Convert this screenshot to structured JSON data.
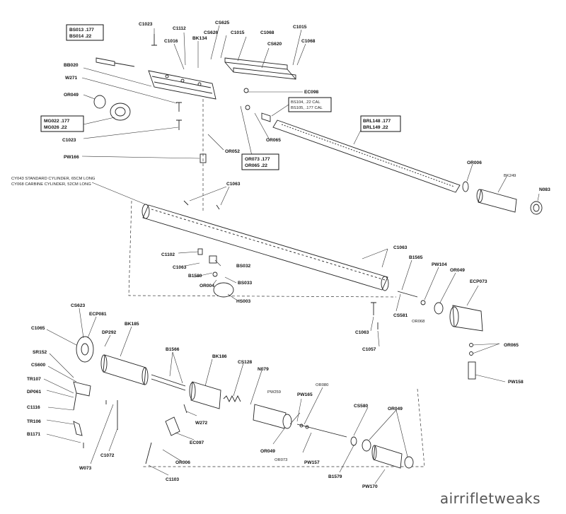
{
  "labels": {
    "c1023_top": "C1023",
    "c1112": "C1112",
    "cs625": "CS625",
    "cs626": "CS626",
    "c1015_a": "C1015",
    "c1068_a": "C1068",
    "c1015_b": "C1015",
    "c1016": "C1016",
    "bk134": "BK134",
    "cs620": "CS620",
    "c1068_b": "C1068",
    "bs013": "BS013 .177",
    "bs014": "BS014 .22",
    "bb020": "BB020",
    "w271": "W271",
    "ec098": "EC098",
    "or049_top": "OR049",
    "bs104": "BS104, .22 CAL",
    "bs105": "BS105, .177 CAL",
    "mg022": "MG022 .177",
    "mg026": "MG026 .22",
    "brl148": "BRL148 .177",
    "brl149": "BRL149 .22",
    "c1023_mid": "C1023",
    "or065_top": "OR065",
    "or052": "OR052",
    "pw166": "PW166",
    "or073": "OR073 .177",
    "or065_22": "OR065 .22",
    "or006_top": "OR006",
    "bk249": "BK249",
    "cy043": "CY043 STANDARD CYLINDER, 65CM LONG",
    "cy068": "CY068 CARBINE CYLINDER, 52CM LONG",
    "c1063_a": "C1063",
    "n083": "N083",
    "c1102": "C1102",
    "c1063_b": "C1063",
    "b1580": "B1580",
    "bs032": "BS032",
    "or004": "OR004",
    "bs033": "BS033",
    "hs003": "HS003",
    "c1063_c": "C1063",
    "b1565": "B1565",
    "pw104": "PW104",
    "or049_mid": "OR049",
    "ecp073": "ECP073",
    "cs581": "CS581",
    "or068": "OR068",
    "c1063_d": "C1063",
    "c1057": "C1057",
    "or065_right": "OR065",
    "pw158": "PW158",
    "cs623": "CS623",
    "ecp081": "ECP081",
    "c1065": "C1065",
    "dp292": "DP292",
    "bk185": "BK185",
    "sr152": "SR152",
    "cs600": "CS600",
    "b1566": "B1566",
    "bk186": "BK186",
    "cs128": "CS128",
    "n079": "N079",
    "or080": "OR080",
    "tr107": "TR107",
    "dp061": "DP061",
    "pw259": "PW259",
    "pw165": "PW165",
    "cs580": "CS580",
    "c1116": "C1116",
    "w272": "W272",
    "or049_b1": "OR049",
    "tr106": "TR106",
    "ec097": "EC097",
    "or049_b2": "OR049",
    "b1171": "B1171",
    "c1072": "C1072",
    "or006_bot": "OR006",
    "or073_bot": "OR073",
    "pw157": "PW157",
    "w073": "W073",
    "b1579": "B1579",
    "c1103": "C1103",
    "pw170": "PW170"
  },
  "watermark": "airrifletweaks"
}
